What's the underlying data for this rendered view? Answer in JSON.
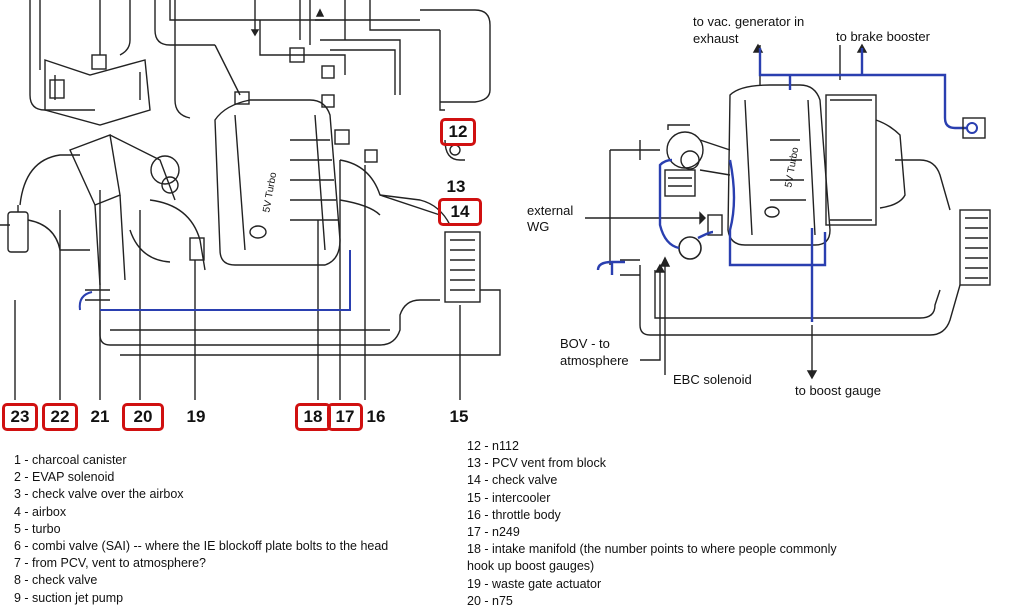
{
  "colors": {
    "line": "#222222",
    "vacuum_line": "#2a3fb0",
    "highlight": "#d01010"
  },
  "left_diagram": {
    "engine_text": "5V Turbo",
    "top_labels": [
      "12",
      "13",
      "14"
    ],
    "bottom_labels": [
      "23",
      "22",
      "21",
      "20",
      "19",
      "18",
      "17",
      "16",
      "15"
    ],
    "highlighted": [
      "12",
      "14",
      "23",
      "22",
      "20",
      "18",
      "17"
    ]
  },
  "right_diagram": {
    "engine_text": "5V Turbo",
    "labels": {
      "vac_generator": "to vac. generator in\nexhaust",
      "brake_booster": "to brake booster",
      "external_wg": "external\nWG",
      "bov": "BOV - to\natmosphere",
      "ebc": "EBC solenoid",
      "boost_gauge": "to boost gauge"
    }
  },
  "legend_left": [
    "1 - charcoal canister",
    "2 - EVAP solenoid",
    "3 - check valve over the airbox",
    "4 - airbox",
    "5 - turbo",
    "6 - combi valve (SAI) -- where the IE blockoff plate bolts to the head",
    "7 - from PCV, vent to atmosphere?",
    "8 - check valve",
    "9 - suction jet pump"
  ],
  "legend_right": [
    "12 - n112",
    "13 - PCV vent from block",
    "14 - check valve",
    "15 - intercooler",
    "16 - throttle body",
    "17 - n249",
    "18 - intake manifold (the number points to where people commonly",
    "hook up boost gauges)",
    "19 - waste gate actuator",
    "20 - n75"
  ]
}
